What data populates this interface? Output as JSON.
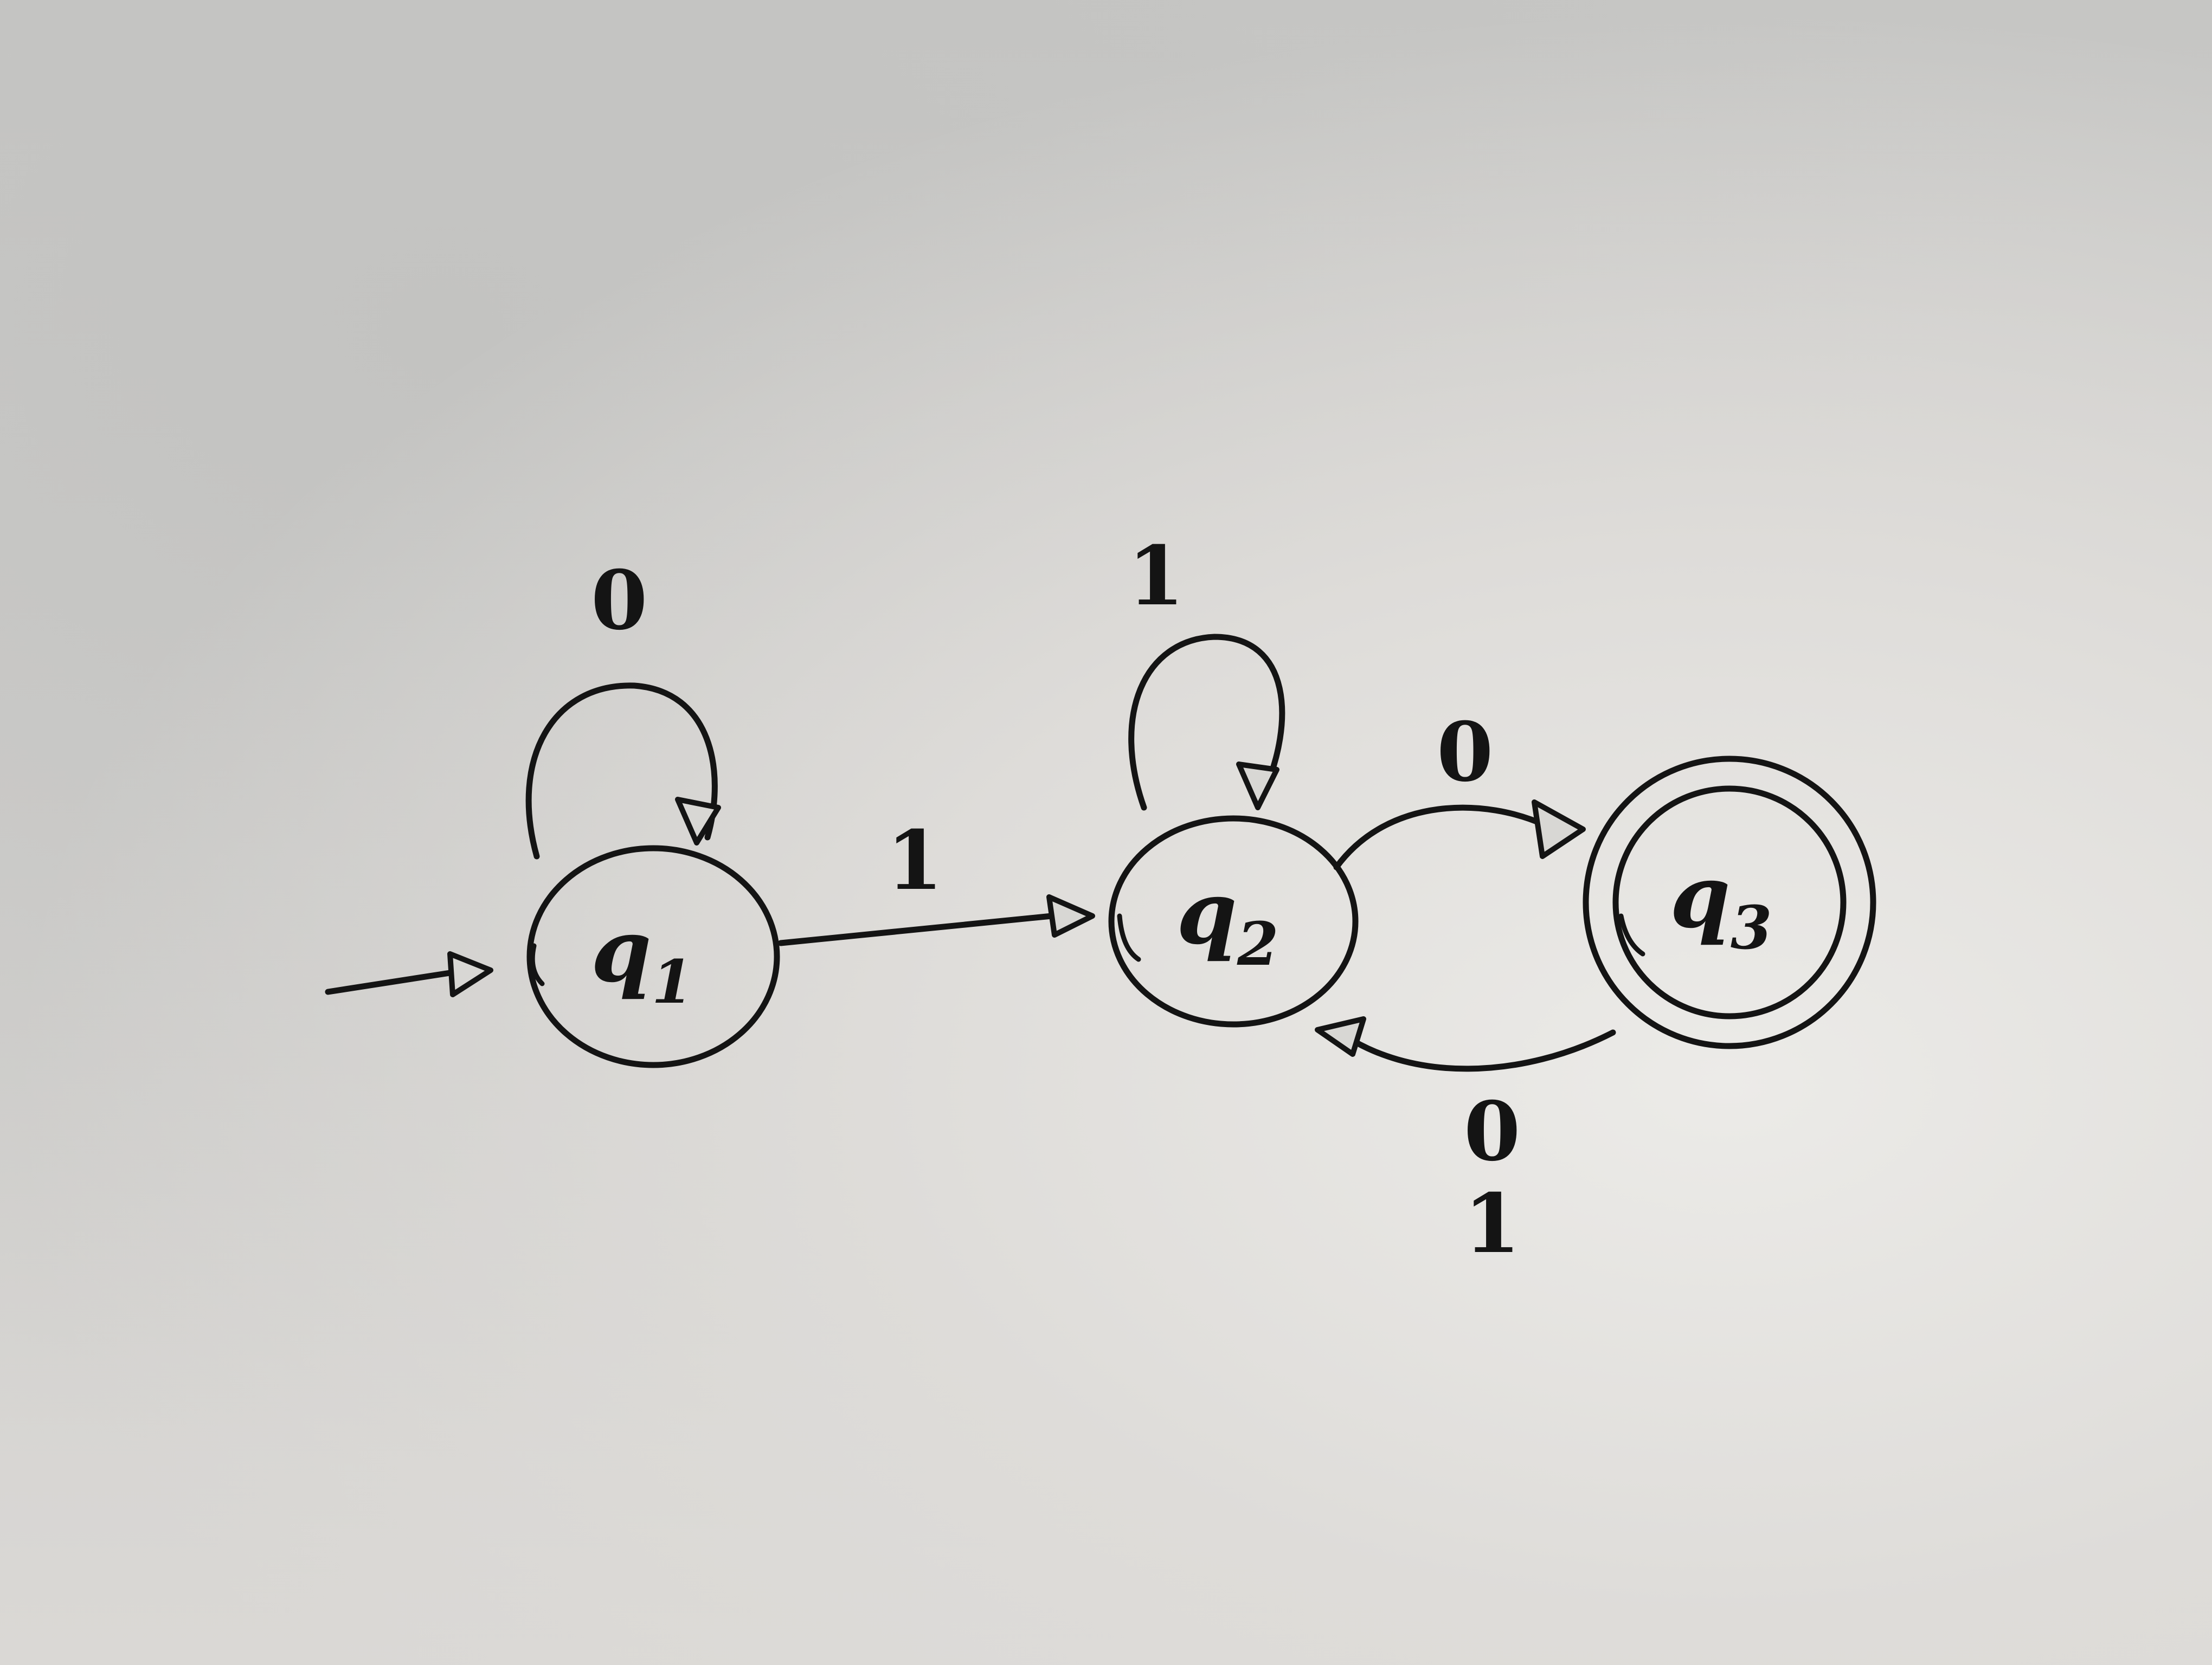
{
  "diagram": {
    "states": [
      {
        "id": "q1",
        "name": "q",
        "subscript": "1",
        "start": true,
        "accept": false
      },
      {
        "id": "q2",
        "name": "q",
        "subscript": "2",
        "start": false,
        "accept": false
      },
      {
        "id": "q3",
        "name": "q",
        "subscript": "3",
        "start": false,
        "accept": true
      }
    ],
    "transitions": [
      {
        "from": "q1",
        "to": "q1",
        "label": "0"
      },
      {
        "from": "q1",
        "to": "q2",
        "label": "1"
      },
      {
        "from": "q2",
        "to": "q2",
        "label": "1"
      },
      {
        "from": "q2",
        "to": "q3",
        "label": "0"
      },
      {
        "from": "q3",
        "to": "q2",
        "label_top": "0",
        "label_bottom": "1"
      }
    ]
  },
  "colors": {
    "ink": "#141414",
    "paper": "#d8d7d4"
  }
}
